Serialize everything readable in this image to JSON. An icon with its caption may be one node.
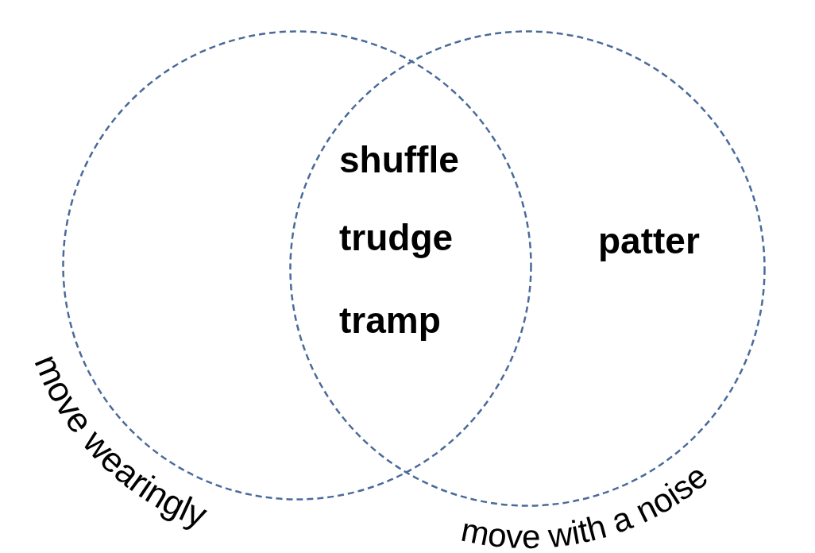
{
  "diagram": {
    "nodes": [
      {
        "text": [
          "move wearingly"
        ]
      },
      {
        "text": [
          "move with a noise"
        ]
      }
    ],
    "labels": [
      "shuffle",
      "trudge",
      "tramp",
      "patter"
    ]
  }
}
